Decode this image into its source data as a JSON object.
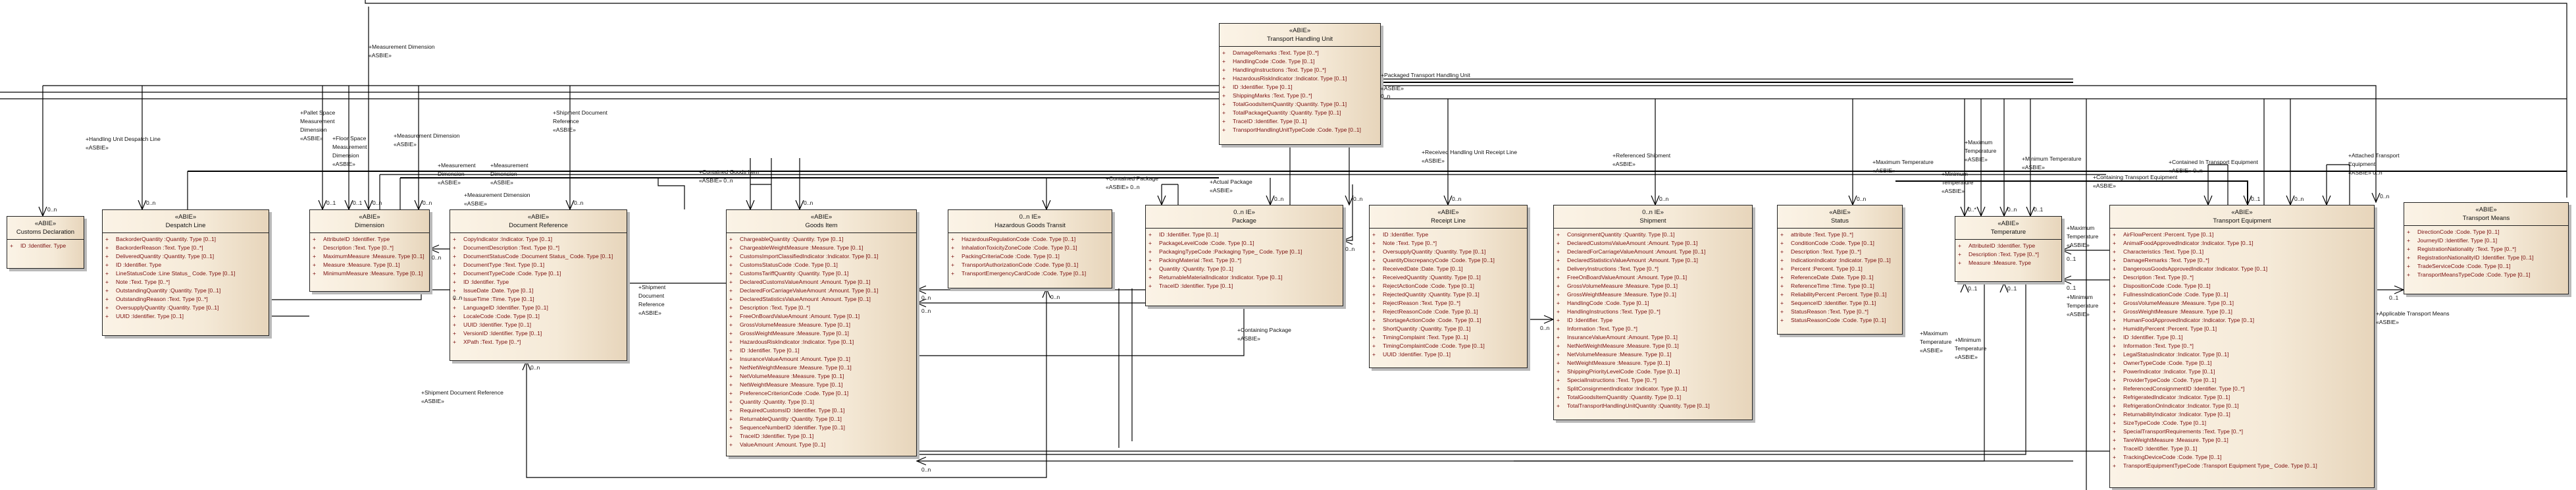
{
  "diagram": {
    "stereotype_class": "«ABIE»",
    "stereotype_assoc": "«ASBIE»",
    "classes": [
      {
        "id": "customs-declaration",
        "name": "Customs Declaration",
        "stereotype": "«ABIE»",
        "attributes": [
          "ID  :Identifier. Type"
        ]
      },
      {
        "id": "despatch-line",
        "name": "Despatch Line",
        "stereotype": "«ABIE»",
        "attributes": [
          "BackorderQuantity  :Quantity. Type [0..1]",
          "BackorderReason  :Text. Type [0..*]",
          "DeliveredQuantity  :Quantity. Type [0..1]",
          "ID  :Identifier. Type",
          "LineStatusCode  :Line Status_ Code. Type [0..1]",
          "Note  :Text. Type [0..*]",
          "OutstandingQuantity  :Quantity. Type [0..1]",
          "OutstandingReason  :Text. Type [0..*]",
          "OversupplyQuantity  :Quantity. Type [0..1]",
          "UUID  :Identifier. Type [0..1]"
        ]
      },
      {
        "id": "dimension",
        "name": "Dimension",
        "stereotype": "«ABIE»",
        "attributes": [
          "AttributeID  :Identifier. Type",
          "Description  :Text. Type [0..*]",
          "MaximumMeasure  :Measure. Type [0..1]",
          "Measure  :Measure. Type [0..1]",
          "MinimumMeasure  :Measure. Type [0..1]"
        ]
      },
      {
        "id": "document-reference",
        "name": "Document Reference",
        "stereotype": "«ABIE»",
        "attributes": [
          "CopyIndicator  :Indicator. Type [0..1]",
          "DocumentDescription  :Text. Type [0..*]",
          "DocumentStatusCode  :Document Status_ Code. Type [0..1]",
          "DocumentType  :Text. Type [0..1]",
          "DocumentTypeCode  :Code. Type [0..1]",
          "ID  :Identifier. Type",
          "IssueDate  :Date. Type [0..1]",
          "IssueTime  :Time. Type [0..1]",
          "LanguageID  :Identifier. Type [0..1]",
          "LocaleCode  :Code. Type [0..1]",
          "UUID  :Identifier. Type [0..1]",
          "VersionID  :Identifier. Type [0..1]",
          "XPath  :Text. Type [0..*]"
        ]
      },
      {
        "id": "goods-item",
        "name": "Goods Item",
        "stereotype": "«ABIE»",
        "attributes": [
          "ChargeableQuantity  :Quantity. Type [0..1]",
          "ChargeableWeightMeasure  :Measure. Type [0..1]",
          "CustomsImportClassifiedIndicator  :Indicator. Type [0..1]",
          "CustomsStatusCode  :Code. Type [0..1]",
          "CustomsTariffQuantity  :Quantity. Type [0..1]",
          "DeclaredCustomsValueAmount  :Amount. Type [0..1]",
          "DeclaredForCarriageValueAmount  :Amount. Type [0..1]",
          "DeclaredStatisticsValueAmount  :Amount. Type [0..1]",
          "Description  :Text. Type [0..*]",
          "FreeOnBoardValueAmount  :Amount. Type [0..1]",
          "GrossVolumeMeasure  :Measure. Type [0..1]",
          "GrossWeightMeasure  :Measure. Type [0..1]",
          "HazardousRiskIndicator  :Indicator. Type [0..1]",
          "ID  :Identifier. Type [0..1]",
          "InsuranceValueAmount  :Amount. Type [0..1]",
          "NetNetWeightMeasure  :Measure. Type [0..1]",
          "NetVolumeMeasure  :Measure. Type [0..1]",
          "NetWeightMeasure  :Measure. Type [0..1]",
          "PreferenceCriterionCode  :Code. Type [0..1]",
          "Quantity  :Quantity. Type [0..1]",
          "RequiredCustomsID  :Identifier. Type [0..1]",
          "ReturnableQuantity  :Quantity. Type [0..1]",
          "SequenceNumberID  :Identifier. Type [0..1]",
          "TraceID  :Identifier. Type [0..1]",
          "ValueAmount  :Amount. Type [0..1]"
        ]
      },
      {
        "id": "hazardous-goods-transit",
        "name": "Hazardous Goods Transit",
        "stereotype": "0..n IE»",
        "attributes": [
          "HazardousRegulationCode  :Code. Type [0..1]",
          "InhalationToxicityZoneCode  :Code. Type [0..1]",
          "PackingCriteriaCode  :Code. Type [0..1]",
          "TransportAuthorizationCode  :Code. Type [0..1]",
          "TransportEmergencyCardCode  :Code. Type [0..1]"
        ]
      },
      {
        "id": "transport-handling-unit",
        "name": "Transport Handling Unit",
        "stereotype": "«ABIE»",
        "attributes": [
          "DamageRemarks  :Text. Type [0..*]",
          "HandlingCode  :Code. Type [0..1]",
          "HandlingInstructions  :Text. Type [0..*]",
          "HazardousRiskIndicator  :Indicator. Type [0..1]",
          "ID  :Identifier. Type [0..1]",
          "ShippingMarks  :Text. Type [0..*]",
          "TotalGoodsItemQuantity  :Quantity. Type [0..1]",
          "TotalPackageQuantity  :Quantity. Type [0..1]",
          "TraceID  :Identifier. Type [0..1]",
          "TransportHandlingUnitTypeCode  :Code. Type [0..1]"
        ]
      },
      {
        "id": "package",
        "name": "Package",
        "stereotype": "0..n IE»",
        "attributes": [
          "ID  :Identifier. Type [0..1]",
          "PackageLevelCode  :Code. Type [0..1]",
          "PackagingTypeCode  :Packaging Type_ Code. Type [0..1]",
          "PackingMaterial  :Text. Type [0..*]",
          "Quantity  :Quantity. Type [0..1]",
          "ReturnableMaterialIndicator  :Indicator. Type [0..1]",
          "TraceID  :Identifier. Type [0..1]"
        ]
      },
      {
        "id": "receipt-line",
        "name": "Receipt Line",
        "stereotype": "«ABIE»",
        "attributes": [
          "ID  :Identifier. Type",
          "Note  :Text. Type [0..*]",
          "OversupplyQuantity  :Quantity. Type [0..1]",
          "QuantityDiscrepancyCode  :Code. Type [0..1]",
          "ReceivedDate  :Date. Type [0..1]",
          "ReceivedQuantity  :Quantity. Type [0..1]",
          "RejectActionCode  :Code. Type [0..1]",
          "RejectedQuantity  :Quantity. Type [0..1]",
          "RejectReason  :Text. Type [0..*]",
          "RejectReasonCode  :Code. Type [0..1]",
          "ShortageActionCode  :Code. Type [0..1]",
          "ShortQuantity  :Quantity. Type [0..1]",
          "TimingComplaint  :Text. Type [0..1]",
          "TimingComplaintCode  :Code. Type [0..1]",
          "UUID  :Identifier. Type [0..1]"
        ]
      },
      {
        "id": "shipment",
        "name": "Shipment",
        "stereotype": "0..n IE»",
        "attributes": [
          "ConsignmentQuantity  :Quantity. Type [0..1]",
          "DeclaredCustomsValueAmount  :Amount. Type [0..1]",
          "DeclaredForCarriageValueAmount  :Amount. Type [0..1]",
          "DeclaredStatisticsValueAmount  :Amount. Type [0..1]",
          "DeliveryInstructions  :Text. Type [0..*]",
          "FreeOnBoardValueAmount  :Amount. Type [0..1]",
          "GrossVolumeMeasure  :Measure. Type [0..1]",
          "GrossWeightMeasure  :Measure. Type [0..1]",
          "HandlingCode  :Code. Type [0..1]",
          "HandlingInstructions  :Text. Type [0..*]",
          "ID  :Identifier. Type",
          "Information  :Text. Type [0..*]",
          "InsuranceValueAmount  :Amount. Type [0..1]",
          "NetNetWeightMeasure  :Measure. Type [0..1]",
          "NetVolumeMeasure  :Measure. Type [0..1]",
          "NetWeightMeasure  :Measure. Type [0..1]",
          "ShippingPriorityLevelCode  :Code. Type [0..1]",
          "SpecialInstructions  :Text. Type [0..*]",
          "SplitConsignmentIndicator  :Indicator. Type [0..1]",
          "TotalGoodsItemQuantity  :Quantity. Type [0..1]",
          "TotalTransportHandlingUnitQuantity  :Quantity. Type [0..1]"
        ]
      },
      {
        "id": "status",
        "name": "Status",
        "stereotype": "«ABIE»",
        "attributes": [
          "attribute  :Text. Type [0..*]",
          "ConditionCode  :Code. Type [0..1]",
          "Description  :Text. Type [0..*]",
          "IndicationIndicator  :Indicator. Type [0..1]",
          "Percent  :Percent. Type [0..1]",
          "ReferenceDate  :Date. Type [0..1]",
          "ReferenceTime  :Time. Type [0..1]",
          "ReliabilityPercent  :Percent. Type [0..1]",
          "SequenceID  :Identifier. Type [0..1]",
          "StatusReason  :Text. Type [0..*]",
          "StatusReasonCode  :Code. Type [0..1]"
        ]
      },
      {
        "id": "temperature",
        "name": "Temperature",
        "stereotype": "«ABIE»",
        "attributes": [
          "AttributeID  :Identifier. Type",
          "Description  :Text. Type [0..*]",
          "Measure  :Measure. Type"
        ]
      },
      {
        "id": "transport-equipment",
        "name": "Transport Equipment",
        "stereotype": "«ABIE»",
        "attributes": [
          "AirFlowPercent  :Percent. Type [0..1]",
          "AnimalFoodApprovedIndicator  :Indicator. Type [0..1]",
          "Characteristics  :Text. Type [0..1]",
          "DamageRemarks  :Text. Type [0..*]",
          "DangerousGoodsApprovedIndicator  :Indicator. Type [0..1]",
          "Description  :Text. Type [0..*]",
          "DispositionCode  :Code. Type [0..1]",
          "FullnessIndicationCode  :Code. Type [0..1]",
          "GrossVolumeMeasure  :Measure. Type [0..1]",
          "GrossWeightMeasure  :Measure. Type [0..1]",
          "HumanFoodApprovedIndicator  :Indicator. Type [0..1]",
          "HumidityPercent  :Percent. Type [0..1]",
          "ID  :Identifier. Type [0..1]",
          "Information  :Text. Type [0..*]",
          "LegalStatusIndicator  :Indicator. Type [0..1]",
          "OwnerTypeCode  :Code. Type [0..1]",
          "PowerIndicator  :Indicator. Type [0..1]",
          "ProviderTypeCode  :Code. Type [0..1]",
          "ReferencedConsignmentID  :Identifier. Type [0..*]",
          "RefrigeratedIndicator  :Indicator. Type [0..1]",
          "RefrigerationOnIndicator  :Indicator. Type [0..1]",
          "ReturnabilityIndicator  :Indicator. Type [0..1]",
          "SizeTypeCode  :Code. Type [0..1]",
          "SpecialTransportRequirements  :Text. Type [0..*]",
          "TareWeightMeasure  :Measure. Type [0..1]",
          "TraceID  :Identifier. Type [0..1]",
          "TrackingDeviceCode  :Code. Type [0..1]",
          "TransportEquipmentTypeCode  :Transport Equipment Type_ Code. Type [0..1]"
        ]
      },
      {
        "id": "transport-means",
        "name": "Transport Means",
        "stereotype": "«ABIE»",
        "attributes": [
          "DirectionCode  :Code. Type [0..1]",
          "JourneyID  :Identifier. Type [0..1]",
          "RegistrationNationality  :Text. Type [0..*]",
          "RegistrationNationalityID  :Identifier. Type [0..1]",
          "TradeServiceCode  :Code. Type [0..1]",
          "TransportMeansTypeCode  :Code. Type [0..1]"
        ]
      }
    ],
    "labels": [
      {
        "text": "+Measurement Dimension"
      },
      {
        "text": "«ASBIE»"
      },
      {
        "text": "+Handling Unit Despatch Line"
      },
      {
        "text": "«ASBIE»"
      },
      {
        "text": "+Pallet Space"
      },
      {
        "text": "Measurement"
      },
      {
        "text": "Dimension"
      },
      {
        "text": "«ASBIE»"
      },
      {
        "text": "+Floor Space"
      },
      {
        "text": "Measurement"
      },
      {
        "text": "Dimension"
      },
      {
        "text": "«ASBIE»"
      },
      {
        "text": "+Measurement Dimension"
      },
      {
        "text": "«ASBIE»"
      },
      {
        "text": "+Measurement"
      },
      {
        "text": "Dimension"
      },
      {
        "text": "«ASBIE»"
      },
      {
        "text": "+Measurement"
      },
      {
        "text": "Dimension"
      },
      {
        "text": "«ASBIE»"
      },
      {
        "text": "+Measurement Dimension"
      },
      {
        "text": "«ASBIE»"
      },
      {
        "text": "+Shipment Document"
      },
      {
        "text": "Reference"
      },
      {
        "text": "«ASBIE»"
      },
      {
        "text": "+Contained Goods Item"
      },
      {
        "text": "«ASBIE» 0..n"
      },
      {
        "text": "+Contained Package"
      },
      {
        "text": "«ASBIE» 0..n"
      },
      {
        "text": "+Actual Package"
      },
      {
        "text": "«ASBIE»"
      },
      {
        "text": "+Received Handling Unit Receipt Line"
      },
      {
        "text": "«ASBIE»"
      },
      {
        "text": "+Referenced Shipment"
      },
      {
        "text": "«ASBIE»"
      },
      {
        "text": "+Packaged Transport Handling Unit"
      },
      {
        "text": "«ASBIE»"
      },
      {
        "text": "0..n"
      },
      {
        "text": "+Maximum Temperature"
      },
      {
        "text": "«ASBIE»"
      },
      {
        "text": "+Maximum"
      },
      {
        "text": "Temperature"
      },
      {
        "text": "«ASBIE»"
      },
      {
        "text": "+Minimum Temperature"
      },
      {
        "text": "«ASBIE»"
      },
      {
        "text": "+Minimum"
      },
      {
        "text": "Temperature"
      },
      {
        "text": "«ASBIE»"
      },
      {
        "text": "+Containing Transport Equipment"
      },
      {
        "text": "«ASBIE»"
      },
      {
        "text": "+Contained In Transport Equipment"
      },
      {
        "text": "«ASBIE» 0..n"
      },
      {
        "text": "+Attached Transport"
      },
      {
        "text": "Equipment"
      },
      {
        "text": "«ASBIE» 0..n"
      },
      {
        "text": "+Applicable Transport Means"
      },
      {
        "text": "«ASBIE»"
      },
      {
        "text": "+Shipment"
      },
      {
        "text": "Document"
      },
      {
        "text": "Reference"
      },
      {
        "text": "«ASBIE»"
      },
      {
        "text": "+Shipment Document Reference"
      },
      {
        "text": "«ASBIE»"
      },
      {
        "text": "+Containing Package"
      },
      {
        "text": "«ASBIE»"
      },
      {
        "text": "+Maximum"
      },
      {
        "text": "Temperature"
      },
      {
        "text": "«ASBIE»"
      },
      {
        "text": "+Minimum"
      },
      {
        "text": "Temperature"
      },
      {
        "text": "«ASBIE»"
      },
      {
        "text": "+Maximum"
      },
      {
        "text": "Temperature"
      },
      {
        "text": "«ASBIE»"
      },
      {
        "text": "+Minimum"
      },
      {
        "text": "Temperature"
      },
      {
        "text": "«ASBIE»"
      }
    ],
    "multiplicities": [
      "0..n",
      "0..1",
      "0..*",
      "1"
    ]
  }
}
